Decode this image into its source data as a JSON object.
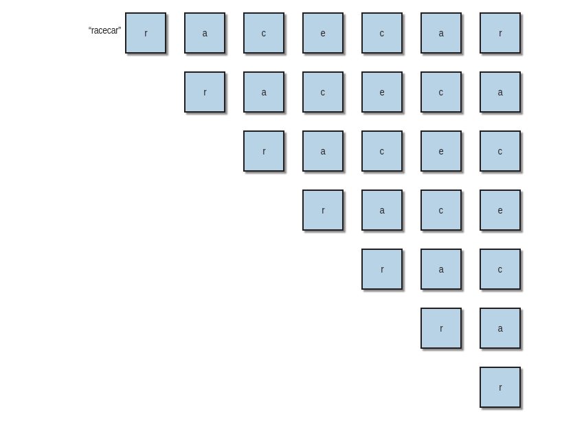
{
  "label": "“racecar”",
  "rows": [
    [
      "r",
      "a",
      "c",
      "e",
      "c",
      "a",
      "r"
    ],
    [
      "r",
      "a",
      "c",
      "e",
      "c",
      "a"
    ],
    [
      "r",
      "a",
      "c",
      "e",
      "c"
    ],
    [
      "r",
      "a",
      "c",
      "e"
    ],
    [
      "r",
      "a",
      "c"
    ],
    [
      "r",
      "a"
    ],
    [
      "r"
    ]
  ],
  "colors": {
    "cell_fill": "#b9d3e6",
    "cell_border": "#231f20"
  }
}
